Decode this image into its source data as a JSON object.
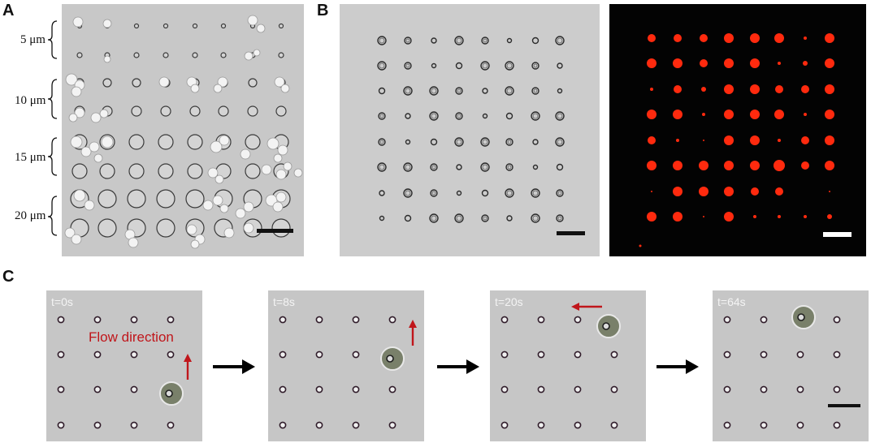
{
  "panels": {
    "a": {
      "letter": "A",
      "size_labels": [
        "5 μm",
        "10 μm",
        "15 μm",
        "20 μm"
      ],
      "pillar_diameters_um": [
        5,
        10,
        15,
        20
      ]
    },
    "b": {
      "letter": "B"
    },
    "c": {
      "letter": "C",
      "frames": [
        {
          "time": "t=0s"
        },
        {
          "time": "t=8s"
        },
        {
          "time": "t=20s"
        },
        {
          "time": "t=64s"
        }
      ],
      "flow_label": "Flow direction"
    }
  },
  "colors": {
    "scale_bar_dark": "#111111",
    "scale_bar_light": "#ffffff",
    "fluorescence": "#ff2a0e",
    "flow_arrow": "#c0161b",
    "brightfield_bg": "#c7c7c7",
    "time_label": "#f4f4f4"
  }
}
